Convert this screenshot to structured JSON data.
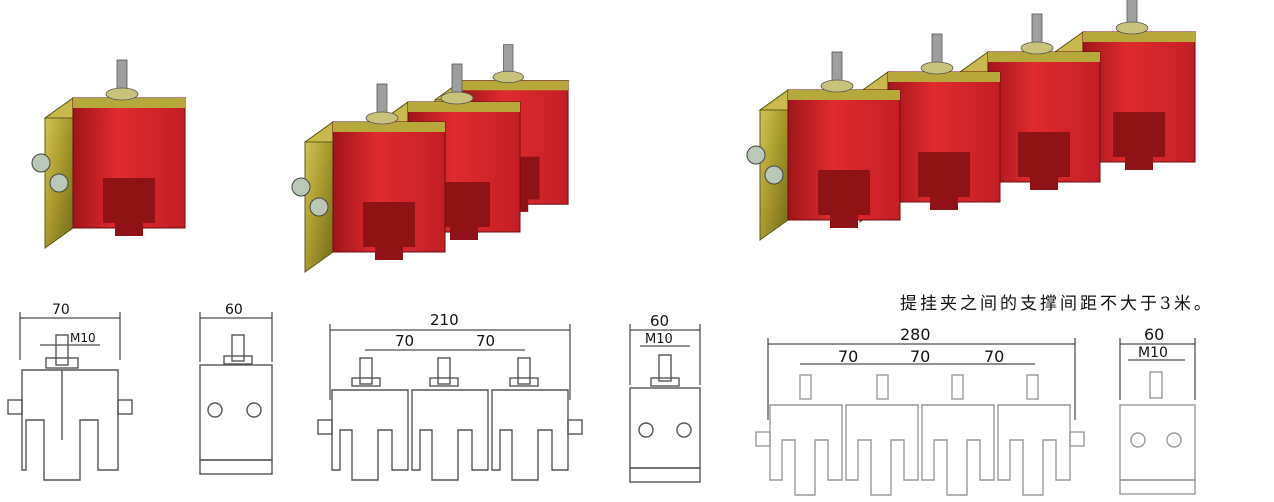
{
  "note": "提挂夹之间的支撑间距不大于3米。",
  "colors": {
    "brass": "#b9a93a",
    "red": "#d8232a"
  },
  "drawings": {
    "single_front": {
      "width": "70",
      "bolt": "M10"
    },
    "single_side": {
      "width": "60"
    },
    "triple_front": {
      "total": "210",
      "pitch1": "70",
      "pitch2": "70"
    },
    "triple_side": {
      "width": "60",
      "bolt": "M10"
    },
    "quad_front": {
      "total": "280",
      "pitch1": "70",
      "pitch2": "70",
      "pitch3": "70"
    },
    "quad_side": {
      "width": "60",
      "bolt": "M10"
    }
  }
}
